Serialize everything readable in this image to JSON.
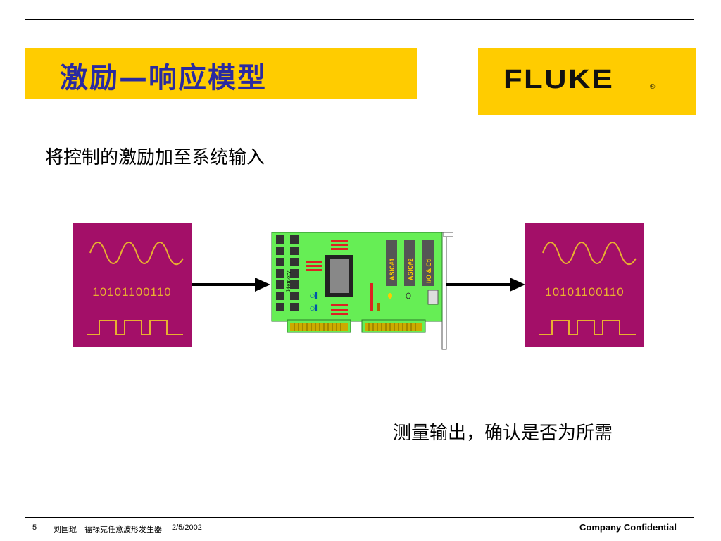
{
  "slide": {
    "title": "激励—响应模型",
    "subtitle": "将控制的激励加至系统输入",
    "conclusion": "测量输出，确认是否为所需"
  },
  "logo": {
    "word": "FLUKE",
    "reg_mark": "®"
  },
  "input_signal": {
    "bits": "10101100110"
  },
  "output_signal": {
    "bits": "10101100110"
  },
  "board": {
    "chips": [
      "ASIC#1",
      "ASIC#2",
      "I/O & Ctl"
    ],
    "memory_label": "Memory"
  },
  "footer": {
    "page_number": "5",
    "author": "刘国琨",
    "course": "福禄克任意波形发生器",
    "date": "2/5/2002",
    "confidential": "Company Confidential"
  },
  "colors": {
    "accent_yellow": "#ffcc00",
    "title_blue": "#2a2aa0",
    "signal_magenta": "#a30f68",
    "signal_gold": "#e8b030",
    "board_green": "#66ee55"
  }
}
